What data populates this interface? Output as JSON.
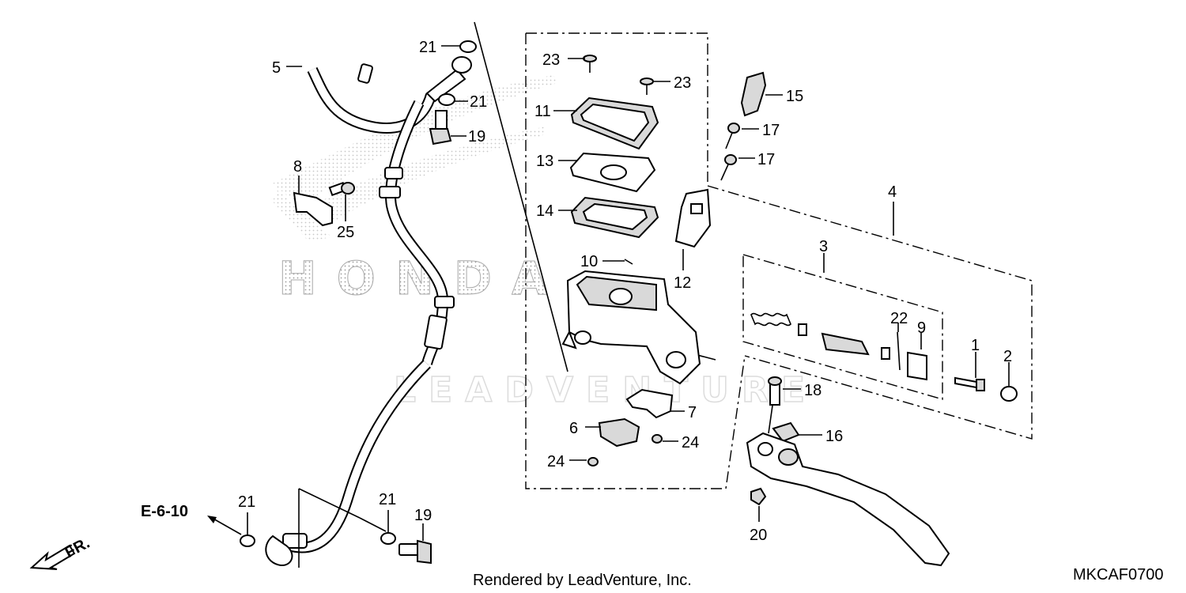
{
  "diagram": {
    "labels": [
      "1",
      "2",
      "3",
      "4",
      "5",
      "6",
      "7",
      "8",
      "9",
      "10",
      "11",
      "12",
      "13",
      "14",
      "15",
      "16",
      "17",
      "18",
      "19",
      "20",
      "21",
      "22",
      "23",
      "24",
      "25"
    ],
    "ref_label": "E-6-10",
    "direction_label": "FR.",
    "footer_credit": "Rendered by LeadVenture, Inc.",
    "diagram_code": "MKCAF0700",
    "watermark_brand": "HONDA",
    "watermark_dealer": "LEADVENTURE"
  }
}
